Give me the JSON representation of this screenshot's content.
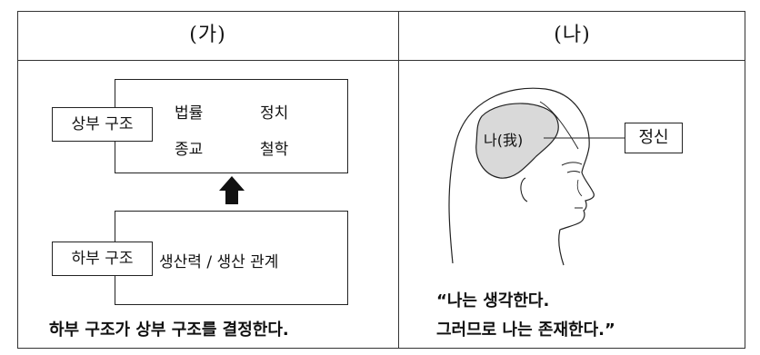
{
  "left_panel": {
    "header": "(가)",
    "upper_structure": {
      "label": "상부 구조",
      "items": [
        "법률",
        "정치",
        "종교",
        "철학"
      ]
    },
    "lower_structure": {
      "label": "하부 구조",
      "content": "생산력 / 생산 관계"
    },
    "caption": "하부 구조가 상부 구조를 결정한다."
  },
  "right_panel": {
    "header": "(나)",
    "head_label": "나(我)",
    "callout_label": "정신",
    "quote_line1": "“나는 생각한다.",
    "quote_line2": "그러므로 나는 존재한다.”"
  },
  "colors": {
    "line": "#222222",
    "brain_fill": "#d9d9d9"
  }
}
